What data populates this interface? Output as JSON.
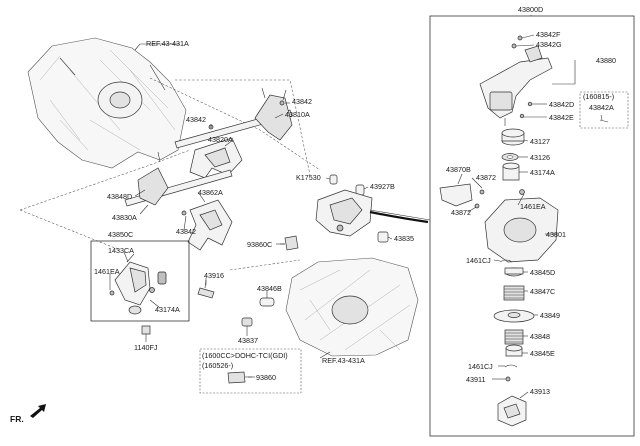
{
  "labels": {
    "ref_top": "REF.43-431A",
    "ref_bottom": "REF.43-431A",
    "p43842_top": "43842",
    "p43810A": "43810A",
    "p43842_mid": "43842",
    "p43820A": "43820A",
    "p43848D": "43848D",
    "p43830A": "43830A",
    "p43850C": "43850C",
    "p43862A": "43862A",
    "p43842_low": "43842",
    "p1433CA": "1433CA",
    "p1461EA_left": "1461EA",
    "p43174A_left": "43174A",
    "p1140FJ": "1140FJ",
    "p43916": "43916",
    "p43846B": "43846B",
    "p43837": "43837",
    "p93860C": "93860C",
    "p43835": "43835",
    "p43927B": "43927B",
    "pK17530": "K17530",
    "note_engine": "(1600CC>DOHC-TCI(GDI)",
    "note_date": "(160526-)",
    "p93860": "93860",
    "fr": "FR.",
    "p43800D": "43800D",
    "p43842F": "43842F",
    "p43842G": "43842G",
    "p43880": "43880",
    "p43842D": "43842D",
    "p43842E": "43842E",
    "note_160815": "(160815-)",
    "p43842A": "43842A",
    "p43127": "43127",
    "p43126": "43126",
    "p43870B": "43870B",
    "p43872_a": "43872",
    "p43174A_right": "43174A",
    "p1461EA_right": "1461EA",
    "p43872_b": "43872",
    "p43801": "43801",
    "p1461CJ_a": "1461CJ",
    "p43845D": "43845D",
    "p43847C": "43847C",
    "p43849": "43849",
    "p43848": "43848",
    "p43845E": "43845E",
    "p1461CJ_b": "1461CJ",
    "p43911": "43911",
    "p43913": "43913"
  }
}
